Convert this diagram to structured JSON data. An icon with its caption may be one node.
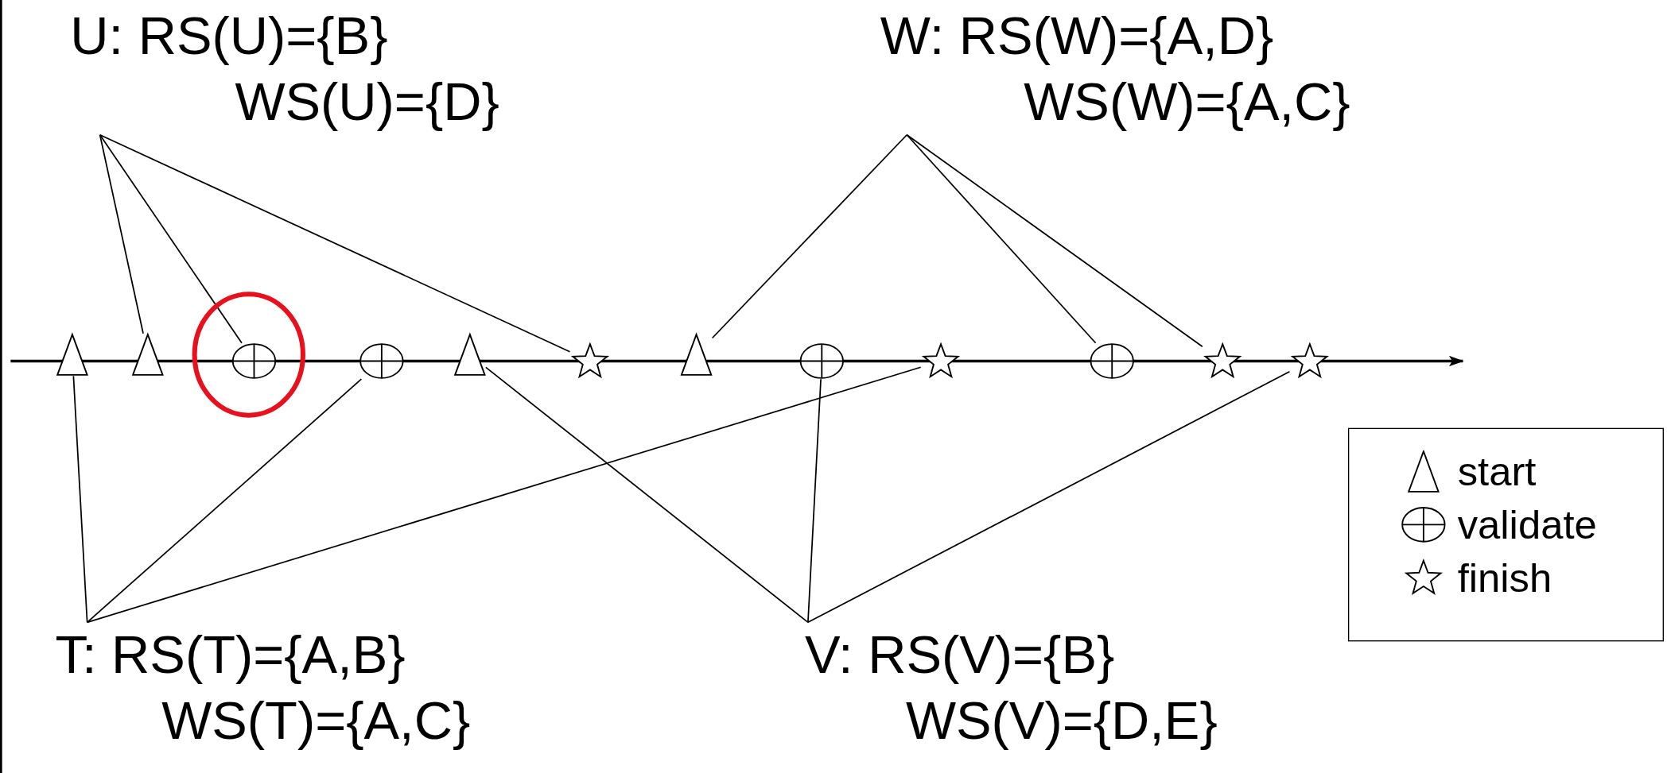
{
  "diagram": {
    "nodes": [
      {
        "text": [
          "U: RS(U)={B}",
          "WS(U)={D}"
        ]
      },
      {
        "text": [
          "W: RS(W)={A,D}",
          "WS(W)={A,C}"
        ]
      },
      {
        "text": [
          "T: RS(T)={A,B}",
          "WS(T)={A,C}"
        ]
      },
      {
        "text": [
          "V: RS(V)={B}",
          "WS(V)={D,E}"
        ]
      },
      {
        "text": [],
        "shape": "triangle"
      },
      {
        "text": [],
        "shape": "triangle"
      },
      {
        "text": [],
        "shape": "circle"
      },
      {
        "text": [],
        "shape": "circle"
      },
      {
        "text": [],
        "shape": "triangle"
      },
      {
        "text": [],
        "shape": "star"
      },
      {
        "text": [],
        "shape": "triangle"
      },
      {
        "text": [],
        "shape": "circle"
      },
      {
        "text": [],
        "shape": "star"
      },
      {
        "text": [],
        "shape": "circle"
      },
      {
        "text": [],
        "shape": "star"
      },
      {
        "text": [],
        "shape": "star"
      }
    ],
    "edges": [
      {
        "from": 0,
        "to": 5,
        "arrow": "none"
      },
      {
        "from": 0,
        "to": 6,
        "arrow": "none"
      },
      {
        "from": 0,
        "to": 9,
        "arrow": "none"
      },
      {
        "from": 1,
        "to": 10,
        "arrow": "none"
      },
      {
        "from": 1,
        "to": 13,
        "arrow": "none"
      },
      {
        "from": 1,
        "to": 14,
        "arrow": "none"
      },
      {
        "from": 2,
        "to": 4,
        "arrow": "none"
      },
      {
        "from": 2,
        "to": 7,
        "arrow": "none"
      },
      {
        "from": 2,
        "to": 12,
        "arrow": "none"
      },
      {
        "from": 3,
        "to": 8,
        "arrow": "none"
      },
      {
        "from": 3,
        "to": 11,
        "arrow": "none"
      },
      {
        "from": 3,
        "to": 15,
        "arrow": "none"
      }
    ],
    "legend": [
      {
        "text": "start"
      },
      {
        "text": "validate"
      },
      {
        "text": "finish"
      }
    ]
  }
}
